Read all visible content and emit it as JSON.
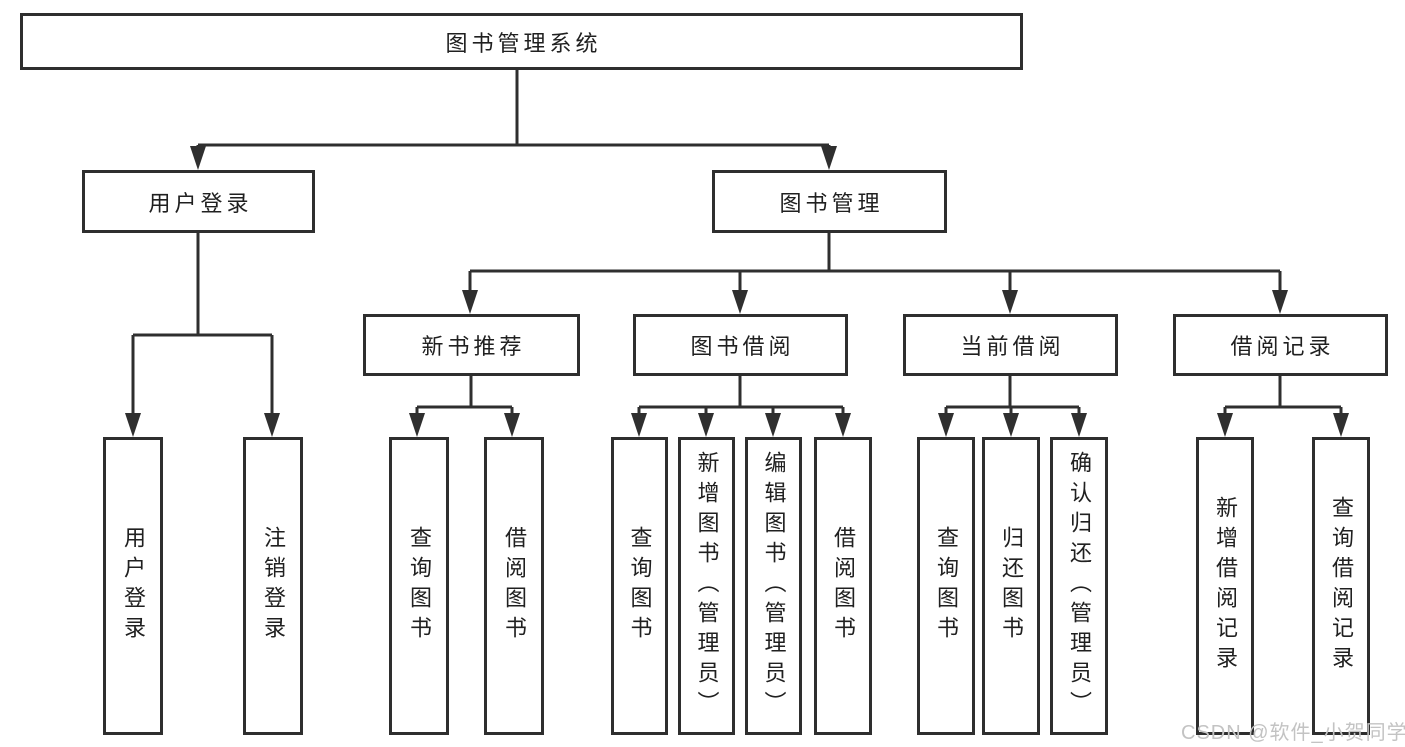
{
  "diagram": {
    "watermark": "CSDN @软件_小贺同学",
    "colors": {
      "line": "#2f2f2f",
      "box_border": "#2e2e2e",
      "text": "#202020",
      "watermark": "#c3c3c3",
      "background": "#ffffff"
    },
    "nodes": {
      "root": {
        "label": "图书管理系统"
      },
      "user_login": {
        "label": "用户登录"
      },
      "book_management": {
        "label": "图书管理"
      },
      "new_book_recommend": {
        "label": "新书推荐"
      },
      "book_borrowing": {
        "label": "图书借阅"
      },
      "current_borrowing": {
        "label": "当前借阅"
      },
      "borrowing_records": {
        "label": "借阅记录"
      },
      "leaf_user_login": {
        "label": "用户登录"
      },
      "leaf_logout": {
        "label": "注销登录"
      },
      "leaf_query_book_recommend": {
        "label": "查询图书"
      },
      "leaf_borrow_book_recommend": {
        "label": "借阅图书"
      },
      "leaf_query_book_borrowing": {
        "label": "查询图书"
      },
      "leaf_add_book_admin": {
        "label": "新增图书（管理员）"
      },
      "leaf_edit_book_admin": {
        "label": "编辑图书（管理员）"
      },
      "leaf_borrow_book_borrowing": {
        "label": "借阅图书"
      },
      "leaf_query_book_current": {
        "label": "查询图书"
      },
      "leaf_return_book": {
        "label": "归还图书"
      },
      "leaf_confirm_return_admin": {
        "label": "确认归还（管理员）"
      },
      "leaf_add_borrow_record": {
        "label": "新增借阅记录"
      },
      "leaf_query_borrow_record": {
        "label": "查询借阅记录"
      }
    }
  }
}
